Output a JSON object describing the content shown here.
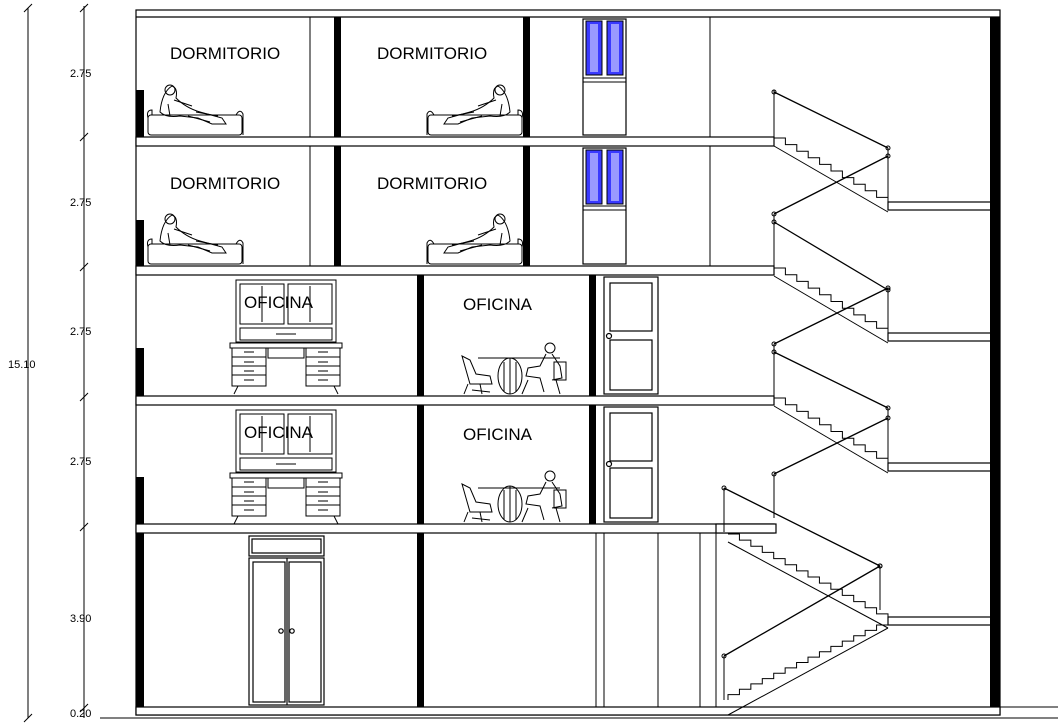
{
  "dimensions": {
    "total": "15.10",
    "levels": [
      "2.75",
      "2.75",
      "2.75",
      "2.75",
      "3.90",
      "0.20"
    ]
  },
  "rooms": {
    "floor4_left": "DORMITORIO",
    "floor4_right": "DORMITORIO",
    "floor3_left": "DORMITORIO",
    "floor3_right": "DORMITORIO",
    "floor2_left": "OFICINA",
    "floor2_right": "OFICINA",
    "floor1_left": "OFICINA",
    "floor1_right": "OFICINA"
  },
  "colors": {
    "line": "#000000",
    "glass": "#3a3aff",
    "background": "#ffffff"
  }
}
